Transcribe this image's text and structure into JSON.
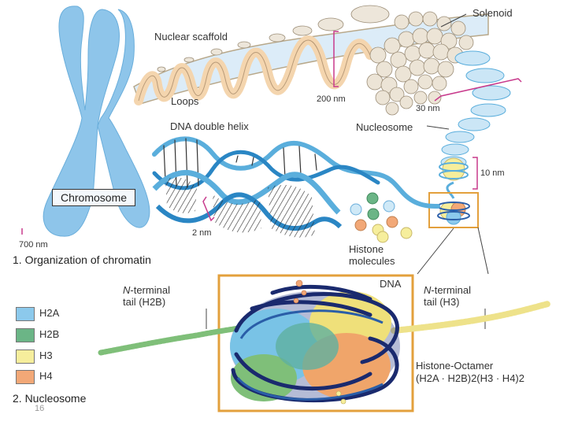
{
  "labels": {
    "nuclear_scaffold": "Nuclear scaffold",
    "solenoid": "Solenoid",
    "loops": "Loops",
    "size_200nm": "200 nm",
    "size_30nm": "30 nm",
    "dna_double_helix": "DNA double helix",
    "nucleosome_upper": "Nucleosome",
    "size_10nm": "10 nm",
    "chromosome": "Chromosome",
    "size_2nm": "2 nm",
    "size_700nm": "700 nm",
    "section1_title": "1. Organization of chromatin",
    "histone_molecules_line1": "Histone",
    "histone_molecules_line2": "molecules",
    "n_terminal_h2b_line1": "-terminal",
    "n_terminal_h2b_prefix": "N",
    "n_terminal_h2b_line2": "tail (H2B)",
    "n_terminal_h3_prefix": "N",
    "n_terminal_h3_line1": "-terminal",
    "n_terminal_h3_line2": "tail (H3)",
    "dna_label": "DNA",
    "histone_octamer_line1": "Histone-Octamer",
    "histone_octamer_line2": "(H2A · H2B)2(H3 · H4)2",
    "section2_title": "2. Nucleosome",
    "page_number": "16"
  },
  "legend": [
    {
      "label": "H2A",
      "color": "#8cc9ec"
    },
    {
      "label": "H2B",
      "color": "#6bb586"
    },
    {
      "label": "H3",
      "color": "#f6ee9c"
    },
    {
      "label": "H4",
      "color": "#f2a877"
    }
  ],
  "colors": {
    "chromosome": "#8ec5ea",
    "dna_blue": "#5aaedc",
    "loop_fill": "#f4d5ae",
    "bead": "#ece4d6",
    "highlight_box": "#e3a03c",
    "bracket": "#c83a8c",
    "dna_dark": "#1a2a6e"
  }
}
